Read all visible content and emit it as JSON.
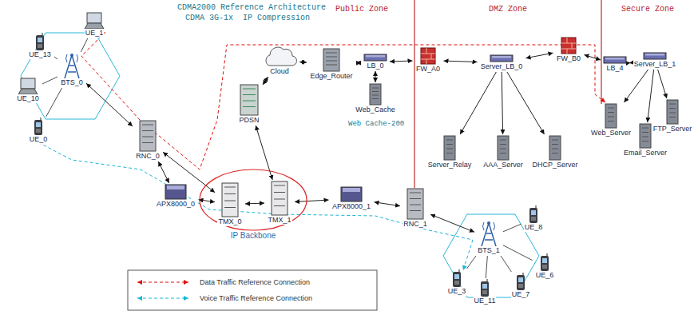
{
  "diagram": {
    "nodes": [
      {
        "text": [
          "UE_13"
        ]
      },
      {
        "text": [
          "UE_1"
        ]
      },
      {
        "text": [
          "UE_10"
        ]
      },
      {
        "text": [
          "BTS_0"
        ]
      },
      {
        "text": [
          "UE_0"
        ]
      },
      {
        "text": [
          "RNC_0"
        ]
      },
      {
        "text": [
          "PDSN"
        ]
      },
      {
        "text": [
          "Cloud"
        ]
      },
      {
        "text": [
          "Edge_Router"
        ]
      },
      {
        "text": [
          "LB_0"
        ]
      },
      {
        "text": [
          "Web_Cache"
        ]
      },
      {
        "text": [
          "FW_A0"
        ]
      },
      {
        "text": [
          "Server_LB_0"
        ]
      },
      {
        "text": [
          "FW_B0"
        ]
      },
      {
        "text": [
          "LB_4"
        ]
      },
      {
        "text": [
          "Server_LB_1"
        ]
      },
      {
        "text": [
          "Server_Relay"
        ]
      },
      {
        "text": [
          "AAA_Server"
        ]
      },
      {
        "text": [
          "DHCP_Server"
        ]
      },
      {
        "text": [
          "Web_Server"
        ]
      },
      {
        "text": [
          "Email_Server"
        ]
      },
      {
        "text": [
          "FTP_Server"
        ]
      },
      {
        "text": [
          "APX8000_0"
        ]
      },
      {
        "text": [
          "IP Backbone"
        ]
      },
      {
        "text": [
          "TMX_0"
        ],
        "in": 23
      },
      {
        "text": [
          "TMX_1"
        ],
        "in": 23
      },
      {
        "text": [
          "APX8000_1"
        ]
      },
      {
        "text": [
          "RNC_1"
        ]
      },
      {
        "text": [
          "UE_8"
        ]
      },
      {
        "text": [
          "BTS_1"
        ]
      },
      {
        "text": [
          "UE_6"
        ]
      },
      {
        "text": [
          "UE_3"
        ]
      },
      {
        "text": [
          "UE_11"
        ]
      },
      {
        "text": [
          "UE_7"
        ]
      }
    ],
    "edges": [
      {
        "from": 3,
        "to": 0,
        "arrow": "none"
      },
      {
        "from": 3,
        "to": 1,
        "arrow": "none"
      },
      {
        "from": 3,
        "to": 2,
        "arrow": "none"
      },
      {
        "from": 3,
        "to": 4,
        "arrow": "none"
      },
      {
        "from": 3,
        "to": 5,
        "arrow": "both"
      },
      {
        "from": 5,
        "to": 22,
        "arrow": "both"
      },
      {
        "from": 5,
        "to": 24,
        "arrow": "both"
      },
      {
        "from": 22,
        "to": 24,
        "arrow": "both"
      },
      {
        "from": 24,
        "to": 25,
        "arrow": "both"
      },
      {
        "from": 25,
        "to": 6,
        "arrow": "both"
      },
      {
        "from": 25,
        "to": 26,
        "arrow": "both"
      },
      {
        "from": 26,
        "to": 27,
        "arrow": "both"
      },
      {
        "from": 27,
        "to": 29,
        "arrow": "both"
      },
      {
        "from": 29,
        "to": 28,
        "arrow": "none"
      },
      {
        "from": 29,
        "to": 30,
        "arrow": "none"
      },
      {
        "from": 29,
        "to": 31,
        "arrow": "none"
      },
      {
        "from": 29,
        "to": 32,
        "arrow": "none"
      },
      {
        "from": 29,
        "to": 33,
        "arrow": "none"
      },
      {
        "from": 6,
        "to": 7,
        "arrow": "both"
      },
      {
        "from": 7,
        "to": 8,
        "arrow": "both"
      },
      {
        "from": 8,
        "to": 9,
        "arrow": "both"
      },
      {
        "from": 9,
        "to": 10,
        "arrow": "both"
      },
      {
        "from": 9,
        "to": 11,
        "arrow": "both"
      },
      {
        "from": 11,
        "to": 12,
        "arrow": "both"
      },
      {
        "from": 12,
        "to": 16,
        "arrow": "to"
      },
      {
        "from": 12,
        "to": 17,
        "arrow": "to"
      },
      {
        "from": 12,
        "to": 18,
        "arrow": "to"
      },
      {
        "from": 12,
        "to": 13,
        "arrow": "both"
      },
      {
        "from": 13,
        "to": 14,
        "arrow": "both"
      },
      {
        "from": 14,
        "to": 15,
        "arrow": "both"
      },
      {
        "from": 15,
        "to": 19,
        "arrow": "to"
      },
      {
        "from": 15,
        "to": 20,
        "arrow": "to"
      },
      {
        "from": 15,
        "to": 21,
        "arrow": "to"
      }
    ],
    "labels": [
      "CDMA2000 Reference Architecture",
      "CDMA 3G-1x  IP Compression",
      "Public Zone",
      "DMZ Zone",
      "Secure Zone",
      "Web Cache-200"
    ],
    "legend": [
      {
        "text": "Data Traffic Reference Connection"
      },
      {
        "text": "Voice Traffic Reference Connection"
      }
    ]
  }
}
